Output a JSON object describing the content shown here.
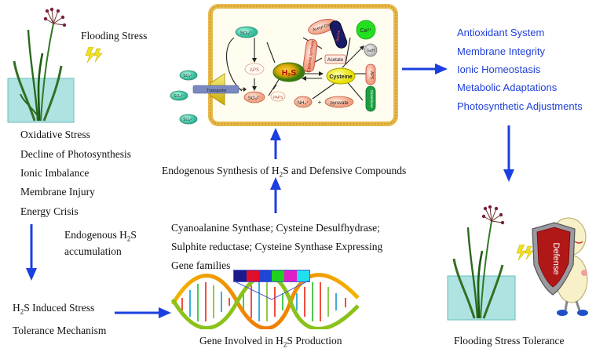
{
  "stress": {
    "label": "Flooding Stress",
    "effects": [
      "Oxidative Stress",
      "Decline of Photosynthesis",
      "Ionic Imbalance",
      "Membrane Injury",
      "Energy Crisis"
    ]
  },
  "accumulation": {
    "line1_pre": "Endogenous H",
    "line1_sub": "2",
    "line1_post": "S",
    "line2": "accumulation"
  },
  "induced": {
    "line1_pre": "H",
    "line1_sub": "2",
    "line1_post": "S Induced Stress",
    "line2": "Tolerance Mechanism"
  },
  "gene": {
    "caption_pre": "Gene Involved in H",
    "caption_sub": "2",
    "caption_post": "S Production",
    "band_colors": [
      "#1a1a8c",
      "#e0102a",
      "#1f46d6",
      "#1fd01f",
      "#e01fc8",
      "#22e0f0"
    ]
  },
  "enzymes": {
    "line1": "Cyanoalanine Synthase; Cysteine Desulfhydrase;",
    "line2": "Sulphite reductase; Cysteine Synthase Expressing",
    "line3": "Gene families"
  },
  "synthesis": {
    "pre": "Endogenous Synthesis of H",
    "sub": "2",
    "post": "S and Defensive Compounds"
  },
  "outcomes": [
    "Antioxidant System",
    "Membrane Integrity",
    "Ionic Homeostasis",
    "Metabolic Adaptations",
    "Photosynthetic Adjustments"
  ],
  "tolerance": {
    "caption": "Flooding Stress Tolerance",
    "shield": "Defense"
  },
  "cell": {
    "so4": "SO₄²⁻",
    "so3": "SO₃²⁻",
    "aps": "APS",
    "paps": "PAPS",
    "h2s": "H₂S",
    "cysteine": "Cysteine",
    "acetate": "Acetate",
    "serine": "Serine",
    "acetyl_coa": "Acetyl-CoA",
    "ca": "Ca²⁺",
    "gsh": "GsH",
    "nh4": "NH₄⁺",
    "plus": "+",
    "pyruvate": "pyruvate",
    "transporter": "Transporter",
    "left_enzyme": "Cysteine synthase",
    "right_enzyme_1": "APS",
    "right_enzyme_2": "Glutathione"
  }
}
